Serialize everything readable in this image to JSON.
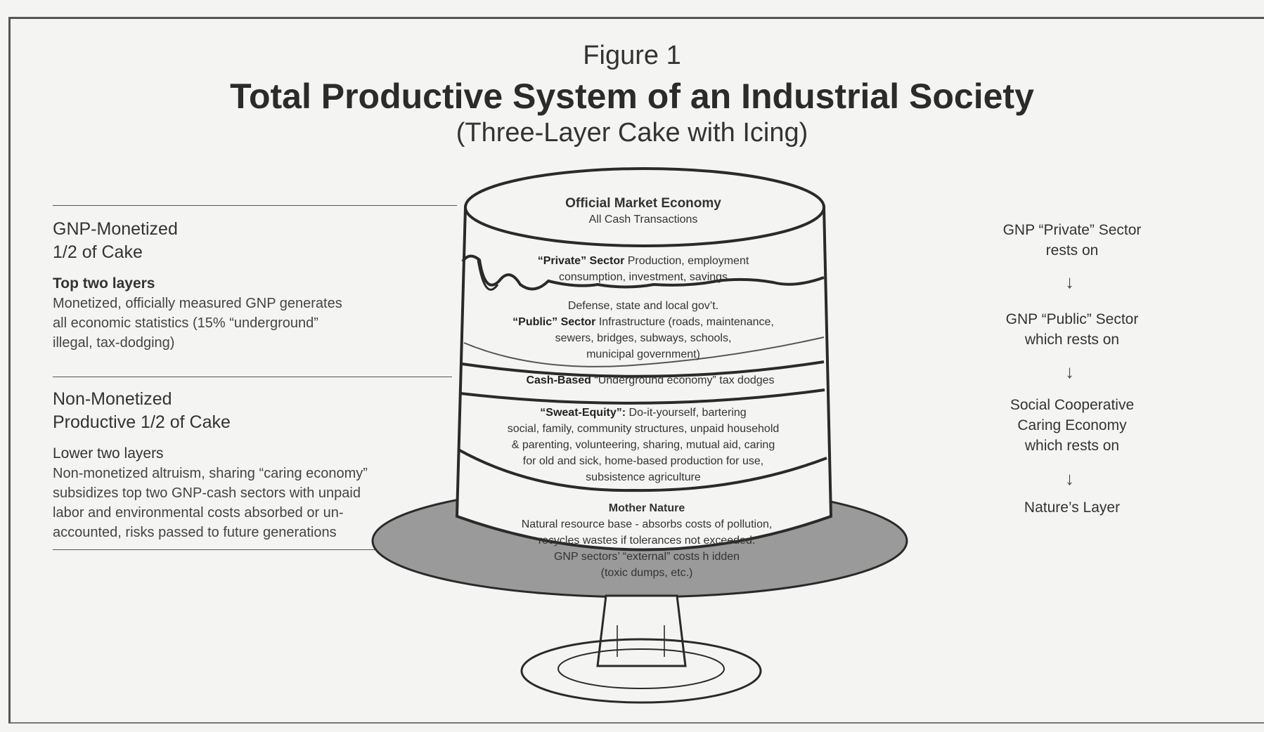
{
  "figure": {
    "label": "Figure 1",
    "title": "Total Productive System of an Industrial Society",
    "subtitle": "(Three-Layer Cake with Icing)"
  },
  "left": {
    "monetized": {
      "heading_line1": "GNP-Monetized",
      "heading_line2": "1/2 of Cake",
      "sub": "Top two layers",
      "body": [
        "Monetized, officially measured GNP generates",
        "all economic statistics (15% “underground”",
        "illegal, tax-dodging)"
      ]
    },
    "nonmonetized": {
      "heading_line1": "Non-Monetized",
      "heading_line2": "Productive 1/2 of Cake",
      "sub": "Lower two layers",
      "body": [
        "Non-monetized altruism, sharing “caring economy”",
        "subsidizes top two GNP-cash sectors with unpaid",
        "labor and environmental costs absorbed or un-",
        "accounted, risks passed to future generations"
      ]
    }
  },
  "cake": {
    "top": {
      "title": "Official Market Economy",
      "sub": "All Cash Transactions"
    },
    "private": {
      "bold": "“Private” Sector",
      "rest1": " Production, employment",
      "line2": "consumption, investment, savings"
    },
    "public": {
      "line1": "Defense, state and local gov’t.",
      "bold": "“Public” Sector",
      "rest2": " Infrastructure (roads, maintenance,",
      "line3": "sewers, bridges, subways, schools,",
      "line4": "municipal government)"
    },
    "cash": {
      "bold": "Cash-Based",
      "rest": " “Underground economy” tax dodges"
    },
    "sweat": {
      "bold": "“Sweat-Equity”:",
      "rest1": " Do-it-yourself, bartering",
      "line2": "social, family, community structures, unpaid household",
      "line3": "& parenting, volunteering, sharing, mutual aid, caring",
      "line4": "for old and sick, home-based production for use,",
      "line5": "subsistence agriculture"
    },
    "nature": {
      "title": "Mother Nature",
      "line2": "Natural resource base - absorbs costs of pollution,",
      "line3": "recycles wastes if tolerances not exceeded.",
      "line4": "GNP sectors’ “external” costs h idden",
      "line5": "(toxic dumps, etc.)"
    }
  },
  "right": {
    "step1": [
      "GNP “Private” Sector",
      "rests on"
    ],
    "step2": [
      "GNP “Public” Sector",
      "which rests on"
    ],
    "step3": [
      "Social Cooperative",
      "Caring Economy",
      "which rests on"
    ],
    "step4": [
      "Nature’s Layer"
    ],
    "arrow_glyph": "↓"
  },
  "colors": {
    "plate": "#9a9a9a",
    "line": "#2a2a2a",
    "paper": "#f4f4f2"
  }
}
